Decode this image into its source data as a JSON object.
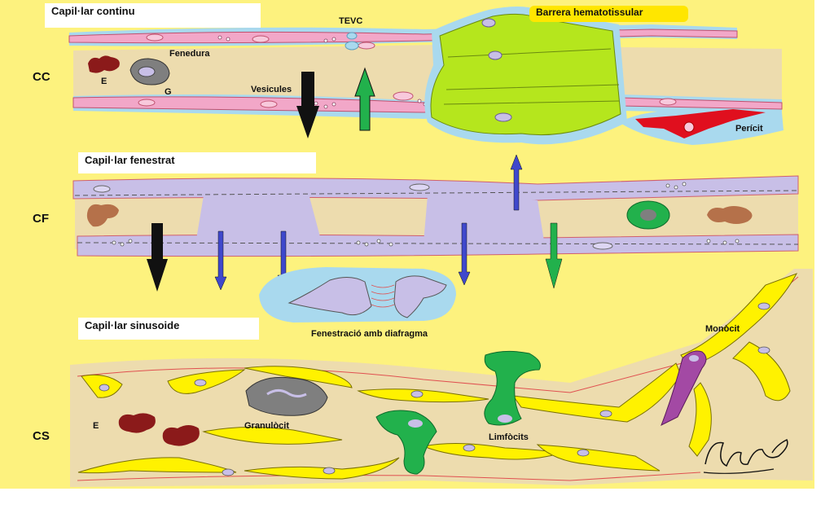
{
  "sections": {
    "continuous": {
      "title": "Capil·lar continu",
      "code": "CC"
    },
    "fenestrated": {
      "title": "Capil·lar fenestrat",
      "code": "CF"
    },
    "sinusoid": {
      "title": "Capil·lar sinusoide",
      "code": "CS"
    }
  },
  "labels": {
    "tevc": "TEVC",
    "barrier": "Barrera hematotissular",
    "cleft": "Fenedura",
    "erythrocyte_cc": "E",
    "granulocyte_cc": "G",
    "vesicles": "Vesicules",
    "pericyte": "Perícit",
    "fenestration": "Fenestració amb diafragma",
    "erythrocyte_cs": "E",
    "granulocyte_cs": "Granulòcit",
    "lymphocytes": "Limfòcits",
    "monocyte": "Monòcit"
  },
  "colors": {
    "background": "#fdf27e",
    "lumen": "#eddcae",
    "endothelium_pink": "#f2a7c8",
    "basement_blue": "#a9d9ee",
    "barrier_green": "#b5e61d",
    "fenestrated_purple": "#c8bfe7",
    "sinusoid_yellow": "#fff200",
    "erythrocyte": "#8b1a1a",
    "granulocyte": "#7f7f7f",
    "pericyte": "#e00f1e",
    "lymphocyte": "#22b14c",
    "monocyte": "#a349a4",
    "arrow_black": "#111111",
    "arrow_blue": "#3f48cc",
    "arrow_green": "#22b14c"
  }
}
